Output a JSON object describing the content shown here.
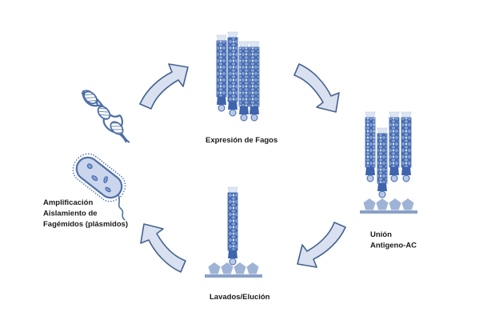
{
  "title": "Ciclo de Phage Display",
  "colors": {
    "arrow_fill": "#d9e0f0",
    "arrow_stroke": "#44628f",
    "phage_body": "#6f8fc7",
    "phage_dark": "#3f64ac",
    "phage_cap": "#dde6f3",
    "antigen": "#9fb3d6",
    "surface": "#8aa0c8",
    "dna_stroke": "#4e6fa6",
    "bacteria_fill": "#cbd6ec"
  },
  "steps": [
    {
      "id": "expresion",
      "label_lines": [
        "Expresión de Fagos"
      ]
    },
    {
      "id": "union",
      "label_lines": [
        "Unión",
        "Antigeno-AC"
      ]
    },
    {
      "id": "lavados",
      "label_lines": [
        "Lavados/Elución"
      ]
    },
    {
      "id": "amplificacion",
      "label_lines": [
        "Amplificación",
        "Aislamiento de",
        "Fagémidos (plásmidos)"
      ]
    }
  ],
  "icons": [
    "dna-helix-icon",
    "bacterium-icon",
    "phage-icon",
    "antigen-icon",
    "cycle-arrow-icon"
  ]
}
